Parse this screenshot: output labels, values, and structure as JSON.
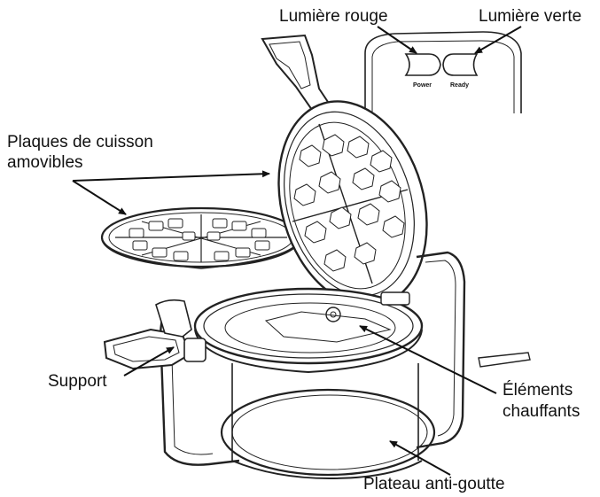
{
  "diagram": {
    "labels": {
      "red_light": "Lumière rouge",
      "green_light": "Lumière verte",
      "plates_line1": "Plaques de cuisson",
      "plates_line2": "amovibles",
      "support": "Support",
      "elements_line1": "Éléments",
      "elements_line2": "chauffants",
      "drip_tray": "Plateau anti-goutte"
    },
    "panel": {
      "power_label": "Power",
      "ready_label": "Ready"
    }
  }
}
